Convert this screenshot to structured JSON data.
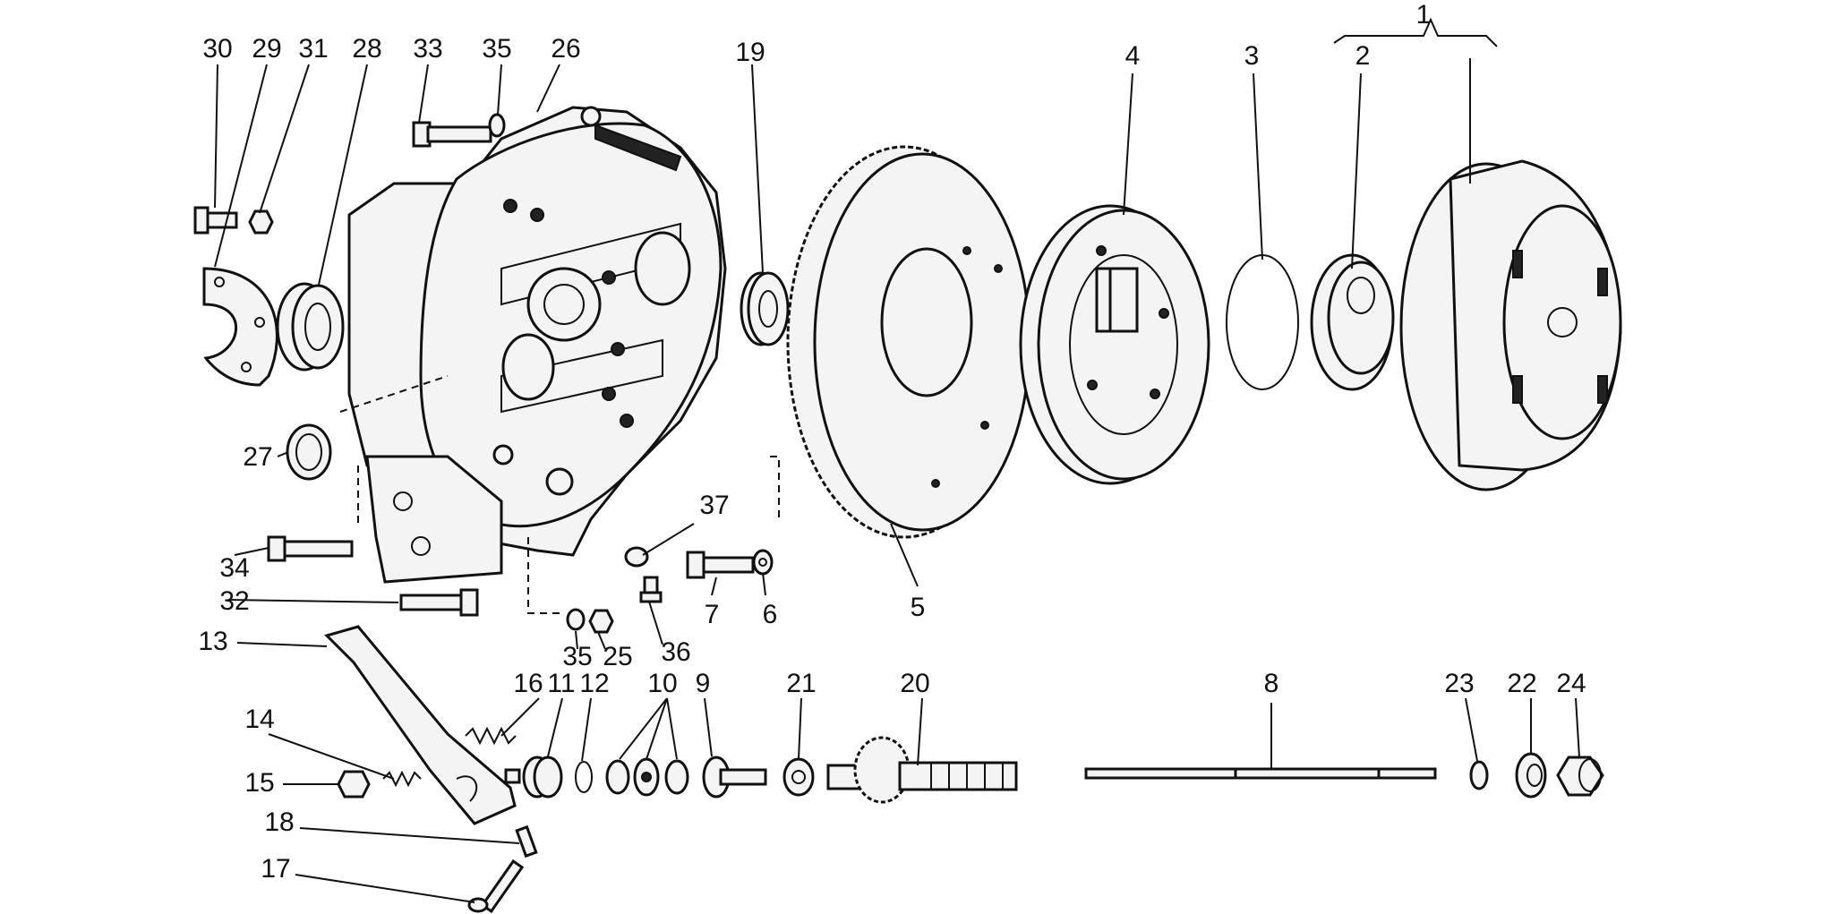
{
  "callouts": [
    {
      "id": "p1",
      "text": "1"
    },
    {
      "id": "p2",
      "text": "2"
    },
    {
      "id": "p3",
      "text": "3"
    },
    {
      "id": "p4",
      "text": "4"
    },
    {
      "id": "p5",
      "text": "5"
    },
    {
      "id": "p6",
      "text": "6"
    },
    {
      "id": "p7",
      "text": "7"
    },
    {
      "id": "p8",
      "text": "8"
    },
    {
      "id": "p9",
      "text": "9"
    },
    {
      "id": "p10",
      "text": "10"
    },
    {
      "id": "p11",
      "text": "11"
    },
    {
      "id": "p12",
      "text": "12"
    },
    {
      "id": "p13",
      "text": "13"
    },
    {
      "id": "p14",
      "text": "14"
    },
    {
      "id": "p15",
      "text": "15"
    },
    {
      "id": "p16",
      "text": "16"
    },
    {
      "id": "p17",
      "text": "17"
    },
    {
      "id": "p18",
      "text": "18"
    },
    {
      "id": "p19",
      "text": "19"
    },
    {
      "id": "p20",
      "text": "20"
    },
    {
      "id": "p21",
      "text": "21"
    },
    {
      "id": "p22",
      "text": "22"
    },
    {
      "id": "p23",
      "text": "23"
    },
    {
      "id": "p24",
      "text": "24"
    },
    {
      "id": "p25",
      "text": "25"
    },
    {
      "id": "p26",
      "text": "26"
    },
    {
      "id": "p27",
      "text": "27"
    },
    {
      "id": "p28",
      "text": "28"
    },
    {
      "id": "p29",
      "text": "29"
    },
    {
      "id": "p30",
      "text": "30"
    },
    {
      "id": "p31",
      "text": "31"
    },
    {
      "id": "p32",
      "text": "32"
    },
    {
      "id": "p33",
      "text": "33"
    },
    {
      "id": "p34",
      "text": "34"
    },
    {
      "id": "p35a",
      "text": "35"
    },
    {
      "id": "p35b",
      "text": "35"
    },
    {
      "id": "p36",
      "text": "36"
    },
    {
      "id": "p37",
      "text": "37"
    }
  ]
}
